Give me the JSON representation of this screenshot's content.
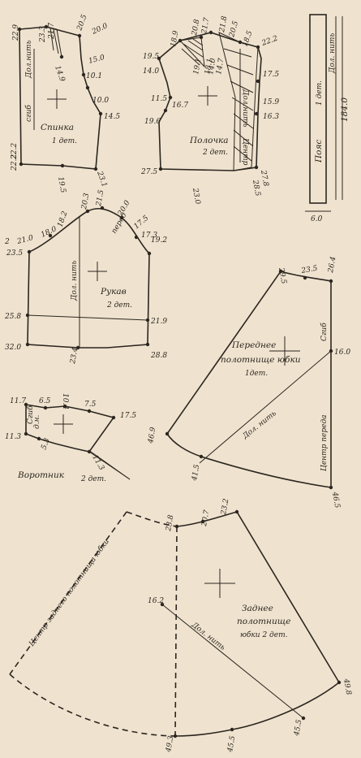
{
  "pieces": {
    "spinka": {
      "title": "Спинка",
      "qty": "1 дет.",
      "grain": "Дол.нить",
      "fold": "сгиб",
      "measures": [
        "22.9",
        "23.3",
        "22.2",
        "21.7",
        "20.5",
        "14.9",
        "20.0",
        "15.0",
        "10.1",
        "10.0",
        "14.5",
        "22.2",
        "19.5",
        "23.1"
      ]
    },
    "polochka": {
      "title": "Полочка",
      "qty": "2 дет.",
      "grain": "Дол.нить",
      "center": "Центр",
      "measures": [
        "20.8",
        "21.7",
        "18.9",
        "19.1",
        "18.1",
        "21.8",
        "20.5",
        "18.5",
        "22.2",
        "19.5",
        "14.0",
        "11.5",
        "16.7",
        "19.6",
        "17.5",
        "15.9",
        "16.3",
        "27.5",
        "23.0",
        "27.8",
        "28.5",
        "14.0",
        "14.7"
      ]
    },
    "rukav": {
      "title": "Рукав",
      "qty": "2 дет.",
      "grain": "Дол. нить",
      "cap": "перед",
      "measures": [
        "20.3",
        "21.5",
        "20.0",
        "18.2",
        "17.5",
        "2",
        "21.0",
        "18.0",
        "17.3",
        "19.2",
        "23.5",
        "25.8",
        "21.9",
        "32.0",
        "23.4",
        "28.8"
      ]
    },
    "vorotnik": {
      "title": "Воротник",
      "qty": "2 дет.",
      "fold": "Сгиб",
      "grain": "д.н.",
      "measures": [
        "11.7",
        "6.5",
        "10.4",
        "7.5",
        "17.5",
        "11.3",
        "5.3",
        "11.3"
      ]
    },
    "perednee": {
      "title": [
        "Переднее",
        "полотнище юбки",
        "1дет."
      ],
      "grain": "Дол. нить",
      "fold": "Сгиб",
      "center": "Центр переда",
      "measures": [
        "29.5",
        "23.5",
        "26.4",
        "16.0",
        "46.9",
        "41.5",
        "46.5"
      ]
    },
    "zadnee": {
      "title": [
        "Заднее",
        "полотнище",
        "юбки 2 дет."
      ],
      "grain": "Дол. нить",
      "center": "Центр заднего полотнища юбки",
      "measures": [
        "23.8",
        "20.7",
        "23.2",
        "16.2",
        "49.8",
        "49.3",
        "45.5",
        "45.5"
      ]
    },
    "poyas": {
      "title": "Пояс",
      "qty": "1 дет.",
      "grain": "Дол. нить",
      "length": "184.0",
      "width": "6.0"
    }
  }
}
